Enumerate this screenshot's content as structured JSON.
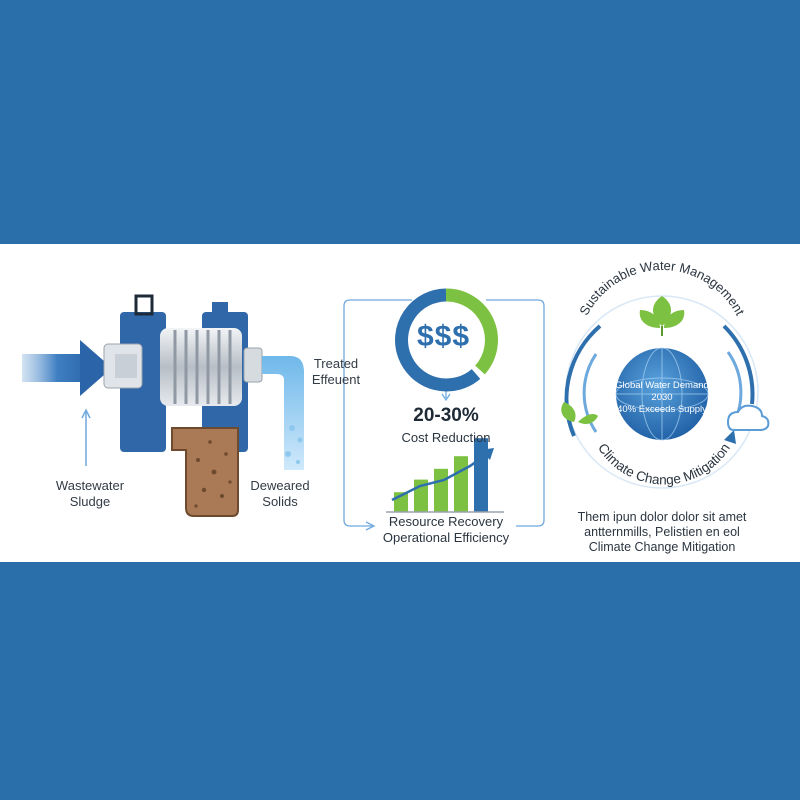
{
  "process": {
    "input_label": [
      "Wastewater",
      "Sludge"
    ],
    "effluent_label": [
      "Treated",
      "Effeuent"
    ],
    "solids_label": [
      "Deweared",
      "Solids"
    ]
  },
  "economics": {
    "cost_symbol": "$$$",
    "percent": "20-30%",
    "percent_caption": "Cost Reduction",
    "bottom_caption": [
      "Resource Recovery",
      "Operational Efficiency"
    ],
    "bar_levels": [
      0.22,
      0.36,
      0.48,
      0.62,
      0.82
    ]
  },
  "sustainability": {
    "arc_top": "Sustainable Water Management",
    "arc_bottom": "Climate Change Mitigation",
    "globe_lines": [
      "Global Water Demand",
      "2030",
      "40% Exceeds Supply"
    ],
    "caption": [
      "Them ipun dolor dolor sit amet",
      "antternmills, Pelistien en eol",
      "Climate Change Mitigation"
    ]
  },
  "colors": {
    "background_blue": "#2a6faa",
    "machine_blue": "#2f67a9",
    "accent_green": "#7cc142",
    "light_blue": "#8fc8ee"
  }
}
